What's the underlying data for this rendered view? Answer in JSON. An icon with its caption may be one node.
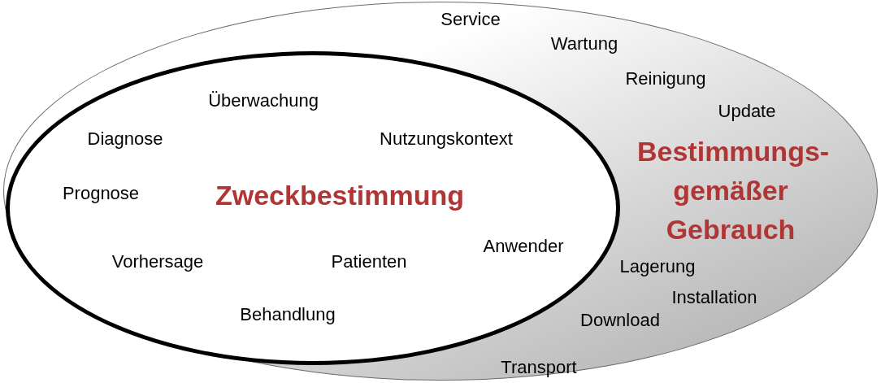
{
  "diagram": {
    "nodes": [
      {
        "text": [
          "Service",
          "Wartung",
          "Reinigung",
          "Update",
          "Bestimmungs- gemäßer Gebrauch",
          "Lagerung",
          "Installation",
          "Download",
          "Transport"
        ]
      },
      {
        "text": [
          "Überwachung",
          "Diagnose",
          "Nutzungskontext",
          "Prognose",
          "Zweckbestimmung",
          "Anwender",
          "Vorhersage",
          "Patienten",
          "Behandlung"
        ],
        "in": 0
      }
    ]
  }
}
